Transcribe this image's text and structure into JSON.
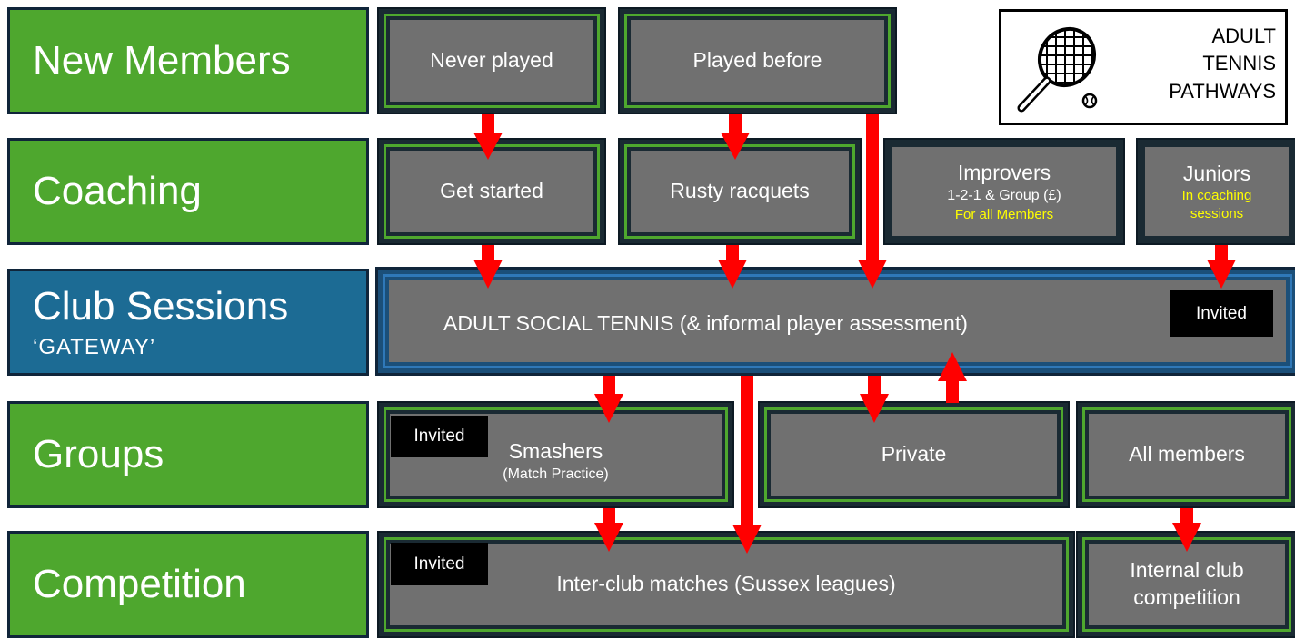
{
  "rows": {
    "new_members": "New Members",
    "coaching": "Coaching",
    "club_sessions": "Club Sessions",
    "club_sessions_sub": "‘GATEWAY’",
    "groups": "Groups",
    "competition": "Competition"
  },
  "boxes": {
    "never_played": "Never played",
    "played_before": "Played before",
    "get_started": "Get started",
    "rusty_racquets": "Rusty racquets",
    "improvers_title": "Improvers",
    "improvers_line": "1-2-1 & Group (£)",
    "improvers_note": "For all Members",
    "juniors_title": "Juniors",
    "juniors_note_1": "In coaching",
    "juniors_note_2": "sessions",
    "adult_social": "ADULT SOCIAL TENNIS (& informal player assessment)",
    "smashers": "Smashers",
    "smashers_sub": "(Match Practice)",
    "private": "Private",
    "all_members": "All members",
    "inter_club": "Inter-club matches (Sussex leagues)",
    "internal_1": "Internal club",
    "internal_2": "competition"
  },
  "tags": {
    "invited": "Invited"
  },
  "logo": {
    "line1": "ADULT",
    "line2": "TENNIS",
    "line3": "PATHWAYS",
    "icon": "tennis-racquet-and-ball-icon"
  },
  "colors": {
    "label_green": "#4ea72e",
    "label_blue": "#1c6b94",
    "box_grey": "#707070",
    "arrow_red": "#ff0000",
    "note_yellow": "#ffff00"
  }
}
